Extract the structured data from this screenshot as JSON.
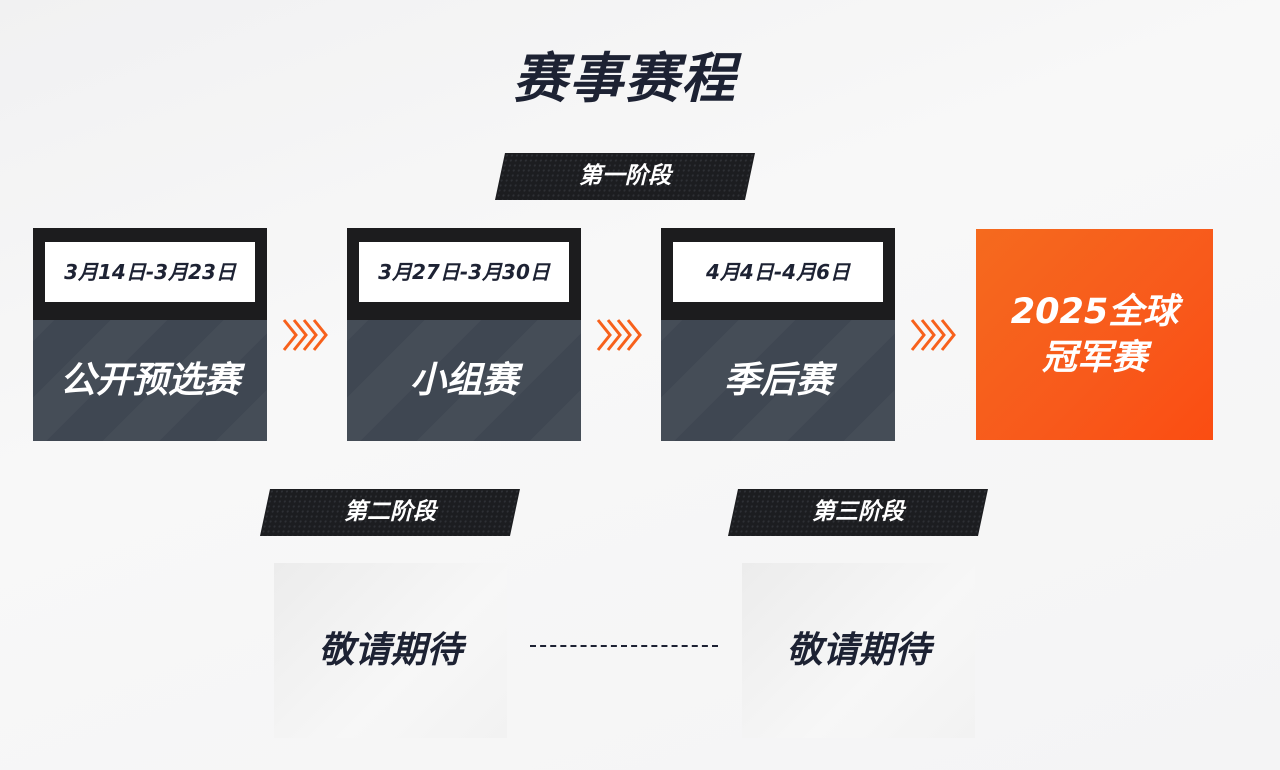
{
  "title": "赛事赛程",
  "stages": [
    "第一阶段",
    "第二阶段",
    "第三阶段"
  ],
  "events": [
    {
      "date": "3月14日-3月23日",
      "name": "公开预选赛"
    },
    {
      "date": "3月27日-3月30日",
      "name": "小组赛"
    },
    {
      "date": "4月4日-4月6日",
      "name": "季后赛"
    }
  ],
  "final": {
    "line1": "2025全球",
    "line2": "冠军赛"
  },
  "placeholders": [
    "敬请期待",
    "敬请期待"
  ],
  "colors": {
    "accent": "#f7611c",
    "dark": "#1c1c1e",
    "card": "#3f4752",
    "text": "#1d2233"
  }
}
